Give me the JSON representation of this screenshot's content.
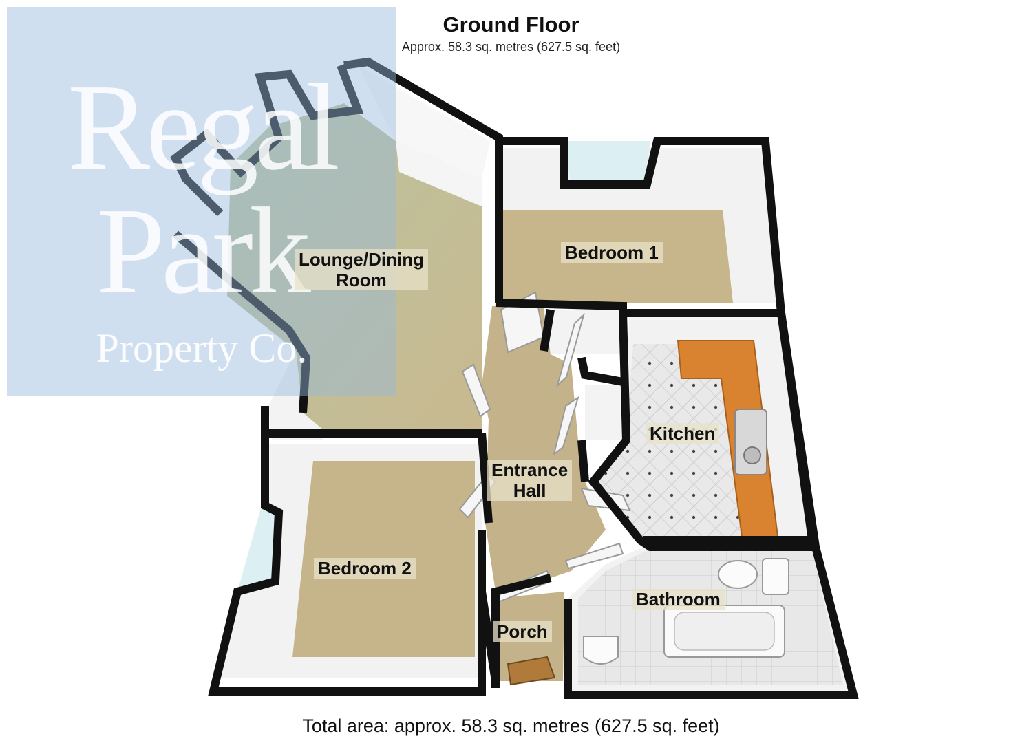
{
  "header": {
    "title": "Ground Floor",
    "subtitle": "Approx. 58.3 sq. metres (627.5 sq. feet)"
  },
  "rooms": {
    "lounge_line1": "Lounge/Dining",
    "lounge_line2": "Room",
    "bedroom1": "Bedroom 1",
    "kitchen": "Kitchen",
    "entrance_line1": "Entrance",
    "entrance_line2": "Hall",
    "bedroom2": "Bedroom 2",
    "bathroom": "Bathroom",
    "porch": "Porch"
  },
  "footer": {
    "total": "Total area: approx. 58.3 sq. metres (627.5 sq. feet)"
  },
  "watermark": {
    "line1": "Regal",
    "line2": "Park",
    "line3": "Property Co."
  },
  "colors": {
    "wall": "#111111",
    "carpet": "#c9bc95",
    "wall_face": "#f2f2f2",
    "worktop": "#d9822f",
    "tile": "#e6e6e6",
    "watermark": "#96b9dc"
  }
}
